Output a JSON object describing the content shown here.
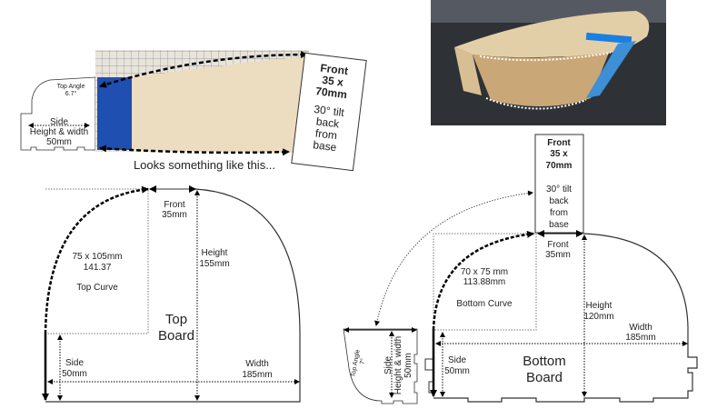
{
  "caption": "Looks something like this...",
  "mockup": {
    "top_angle_label": "Top Angle",
    "top_angle_value": "6.7°",
    "side_label": "Side",
    "side_dims": "Height & width",
    "side_value": "50mm",
    "front_title": [
      "Front",
      "35 x",
      "70mm"
    ],
    "front_note": [
      "30° tilt",
      "back",
      "from",
      "base"
    ]
  },
  "top_board": {
    "title": [
      "Top",
      "Board"
    ],
    "curve_dims": "75 x 105mm",
    "curve_length": "141.37",
    "curve_label": "Top Curve",
    "front_label": [
      "Front",
      "35mm"
    ],
    "height_label": [
      "Height",
      "155mm"
    ],
    "side_label": [
      "Side",
      "50mm"
    ],
    "width_label": [
      "Width",
      "185mm"
    ]
  },
  "bottom_board": {
    "title": [
      "Bottom",
      "Board"
    ],
    "curve_dims": "70 x 75 mm",
    "curve_length": "113.88mm",
    "curve_label": "Bottom Curve",
    "front_label": [
      "Front",
      "35mm"
    ],
    "height_label": [
      "Height",
      "120mm"
    ],
    "side_label": [
      "Side",
      "50mm"
    ],
    "width_label": [
      "Width",
      "185mm"
    ],
    "front_box_title": [
      "Front",
      "35 x",
      "70mm"
    ],
    "front_box_note": [
      "30° tilt",
      "back",
      "from",
      "base"
    ],
    "side_piece": {
      "top_angle_label": "Top Angle",
      "top_angle_value": "7°",
      "side_label": "Side",
      "side_dims": "Height & width",
      "side_value": "50mm"
    }
  }
}
